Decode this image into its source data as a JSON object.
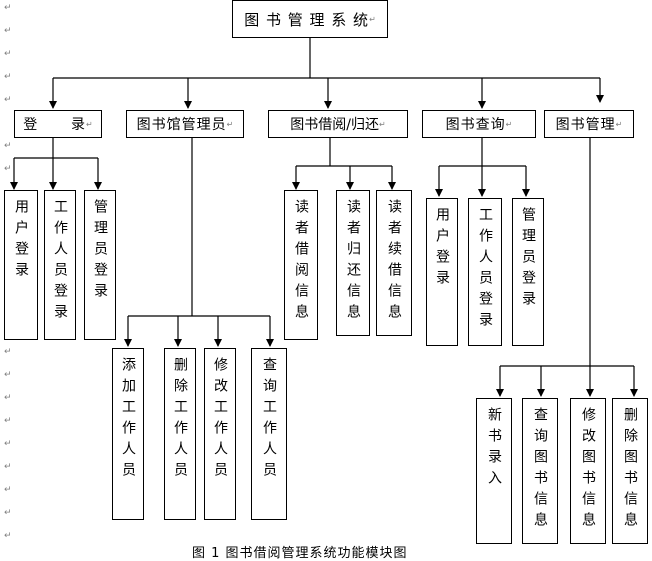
{
  "nodes": {
    "root": "图 书 管 理 系 统",
    "login": "登      录",
    "librarian": "图书馆管理员",
    "borrow_return": "图书借阅/归还",
    "query": "图书查询",
    "book_mgmt": "图书管理",
    "login_user": "用户登录",
    "login_staff": "工作人员登录",
    "login_admin": "管理员登录",
    "add_staff": "添加工作人员",
    "delete_staff": "删除工作人员",
    "modify_staff": "修改工作人员",
    "query_staff": "查询工作人员",
    "reader_borrow": "读者借阅信息",
    "reader_return": "读者归还信息",
    "reader_renew": "读者续借信息",
    "query_user_login": "用户登录",
    "query_staff_login": "工作人员登录",
    "query_admin_login": "管理员登录",
    "new_book": "新书录入",
    "query_book": "查询图书信息",
    "modify_book": "修改图书信息",
    "delete_book": "删除图书信息"
  },
  "paragraph_mark": "↵",
  "caption": "图 1    图书借阅管理系统功能模块图"
}
